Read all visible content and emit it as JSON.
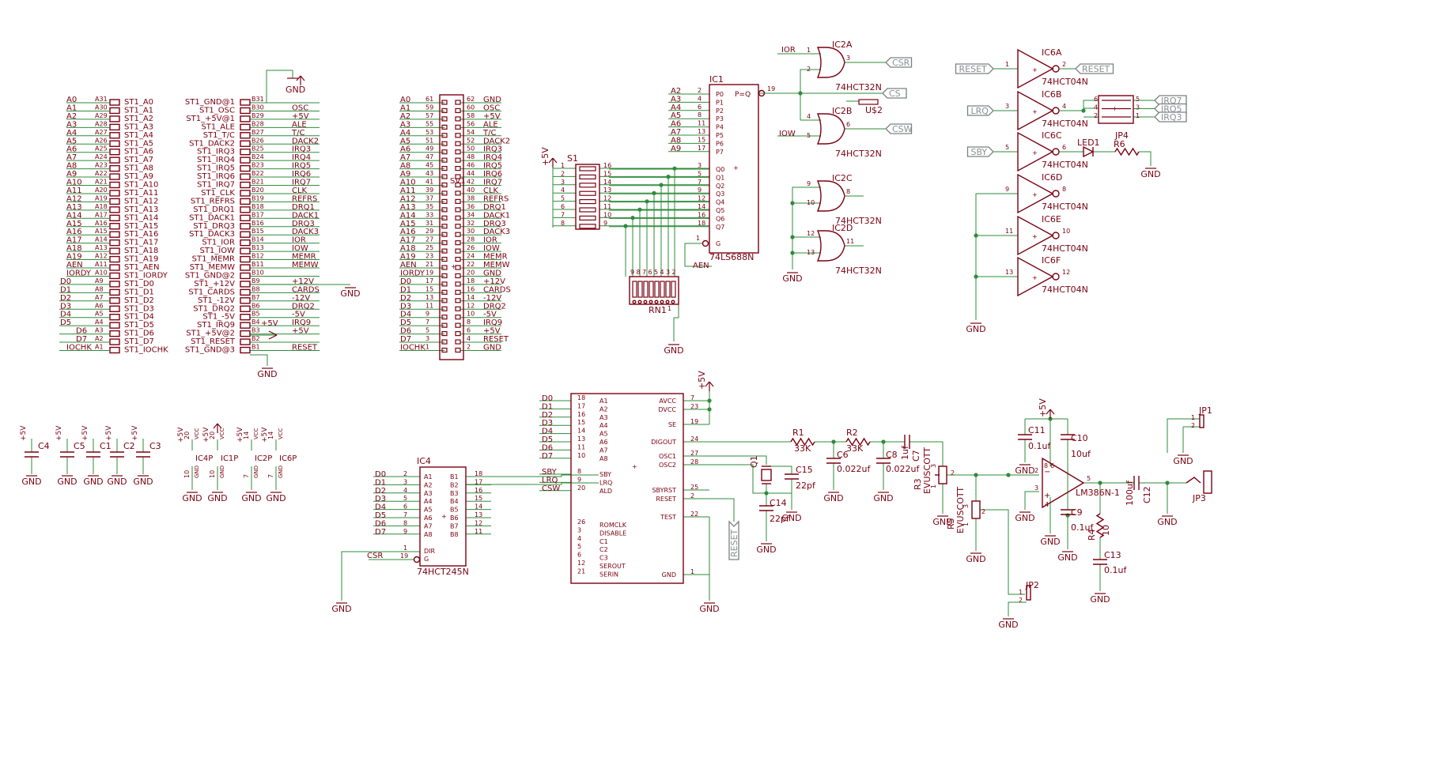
{
  "connector_left": {
    "a_labels": [
      "A0",
      "A1",
      "A2",
      "A3",
      "A4",
      "A5",
      "A6",
      "A7",
      "A8",
      "A9",
      "A10",
      "A11",
      "A12",
      "A13",
      "A14",
      "A15",
      "A16",
      "A17",
      "A18",
      "A19",
      "AEN",
      "IORDY",
      "D0",
      "D1",
      "D2",
      "D3",
      "D4",
      "D5",
      "D6",
      "D7",
      "IOCHK"
    ],
    "a_pins": [
      "A31",
      "A30",
      "A29",
      "A28",
      "A27",
      "A26",
      "A25",
      "A24",
      "A23",
      "A22",
      "A21",
      "A20",
      "A19",
      "A18",
      "A17",
      "A16",
      "A15",
      "A14",
      "A13",
      "A12",
      "A11",
      "A10",
      "A9",
      "A8",
      "A7",
      "A6",
      "A5",
      "A4",
      "A3",
      "A2",
      "A1"
    ],
    "a_sigs": [
      "ST1_A0",
      "ST1_A1",
      "ST1_A2",
      "ST1_A3",
      "ST1_A4",
      "ST1_A5",
      "ST1_A6",
      "ST1_A7",
      "ST1_A8",
      "ST1_A9",
      "ST1_A10",
      "ST1_A11",
      "ST1_A12",
      "ST1_A13",
      "ST1_A14",
      "ST1_A15",
      "ST1_A16",
      "ST1_A17",
      "ST1_A18",
      "ST1_A19",
      "ST1_AEN",
      "ST1_IORDY",
      "ST1_D0",
      "ST1_D1",
      "ST1_D2",
      "ST1_D3",
      "ST1_D4",
      "ST1_D5",
      "ST1_D6",
      "ST1_D7",
      "ST1_IOCHK"
    ],
    "b_sigs": [
      "ST1_GND@1",
      "ST1_OSC",
      "ST1_+5V@1",
      "ST1_ALE",
      "ST1_T/C",
      "ST1_DACK2",
      "ST1_IRQ3",
      "ST1_IRQ4",
      "ST1_IRQ5",
      "ST1_IRQ6",
      "ST1_IRQ7",
      "ST1_CLK",
      "ST1_REFRS",
      "ST1_DRQ1",
      "ST1_DACK1",
      "ST1_DRQ3",
      "ST1_DACK3",
      "ST1_IOR",
      "ST1_IOW",
      "ST1_MEMR",
      "ST1_MEMW",
      "ST1_GND@2",
      "ST1_+12V",
      "ST1_CARDS",
      "ST1_-12V",
      "ST1_DRQ2",
      "ST1_-5V",
      "ST1_IRQ9",
      "ST1_+5V@2",
      "ST1_RESET",
      "ST1_GND@3"
    ],
    "b_pins": [
      "B31",
      "B30",
      "B29",
      "B28",
      "B27",
      "B26",
      "B25",
      "B24",
      "B23",
      "B22",
      "B21",
      "B20",
      "B19",
      "B18",
      "B17",
      "B16",
      "B15",
      "B14",
      "B13",
      "B12",
      "B11",
      "B10",
      "B9",
      "B8",
      "B7",
      "B6",
      "B5",
      "B4",
      "B3",
      "B2",
      "B1"
    ],
    "b_nets": [
      "",
      "OSC",
      "+5V",
      "ALE",
      "T/C",
      "DACK2",
      "IRQ3",
      "IRQ4",
      "IRQ5",
      "IRQ6",
      "IRQ7",
      "CLK",
      "REFRS",
      "DRQ1",
      "DACK1",
      "DRQ3",
      "DACK3",
      "IOR",
      "IOW",
      "MEMR",
      "MEMW",
      "",
      "+12V",
      "CARDS",
      "-12V",
      "DRQ2",
      "-5V",
      "IRQ9",
      "+5V",
      "",
      "RESET"
    ]
  },
  "sv1": {
    "name": "SV1",
    "left_labels": [
      "A0",
      "A1",
      "A2",
      "A3",
      "A4",
      "A5",
      "A6",
      "A7",
      "A8",
      "A9",
      "A10",
      "A11",
      "A12",
      "A13",
      "A14",
      "A15",
      "A16",
      "A17",
      "A18",
      "A19",
      "AEN",
      "IORDY",
      "D0",
      "D1",
      "D2",
      "D3",
      "D4",
      "D5",
      "D6",
      "D7",
      "IOCHK"
    ],
    "left_pins": [
      "61",
      "59",
      "57",
      "55",
      "53",
      "51",
      "49",
      "47",
      "45",
      "43",
      "41",
      "39",
      "37",
      "35",
      "33",
      "31",
      "29",
      "27",
      "25",
      "23",
      "21",
      "19",
      "17",
      "15",
      "13",
      "11",
      "9",
      "7",
      "5",
      "3",
      "1"
    ],
    "right_pins": [
      "62",
      "60",
      "58",
      "56",
      "54",
      "52",
      "50",
      "48",
      "46",
      "44",
      "42",
      "40",
      "38",
      "36",
      "34",
      "32",
      "30",
      "28",
      "26",
      "24",
      "22",
      "20",
      "18",
      "16",
      "14",
      "12",
      "10",
      "8",
      "6",
      "4",
      "2"
    ],
    "right_labels": [
      "GND",
      "OSC",
      "+5V",
      "ALE",
      "T/C",
      "DACK2",
      "IRQ3",
      "IRQ4",
      "IRQ5",
      "IRQ6",
      "IRQ7",
      "CLK",
      "REFRS",
      "DRQ1",
      "DACK1",
      "DRQ3",
      "DACK3",
      "IOR",
      "IOW",
      "MEMR",
      "MEMW",
      "GND",
      "+12V",
      "CARDS",
      "-12V",
      "DRQ2",
      "-5V",
      "IRQ9",
      "+5V",
      "RESET",
      "GND"
    ]
  },
  "common": {
    "gnd": "GND",
    "vcc5": "+5V"
  },
  "ic1": {
    "name": "IC1",
    "part": "74LS688N",
    "peq": "P=Q",
    "g": "G",
    "out_pin": "19",
    "g_pin": "1",
    "aen": "AEN",
    "p_labels": [
      "P0",
      "P1",
      "P2",
      "P3",
      "P4",
      "P5",
      "P6",
      "P7"
    ],
    "q_labels": [
      "Q0",
      "Q1",
      "Q2",
      "Q3",
      "Q4",
      "Q5",
      "Q6",
      "Q7"
    ],
    "p_pins": [
      "2",
      "4",
      "6",
      "8",
      "11",
      "13",
      "15",
      "17"
    ],
    "q_pins": [
      "3",
      "5",
      "7",
      "9",
      "12",
      "14",
      "16",
      "18"
    ],
    "addr": [
      "A2",
      "A3",
      "A4",
      "A5",
      "A6",
      "A7",
      "A8",
      "A9"
    ]
  },
  "s1": {
    "name": "S1",
    "left_pins": [
      "1",
      "2",
      "3",
      "4",
      "5",
      "6",
      "7",
      "8"
    ],
    "right_pins": [
      "16",
      "15",
      "14",
      "13",
      "12",
      "11",
      "10",
      "9"
    ]
  },
  "rn1": {
    "name": "RN1",
    "pins": [
      "9",
      "8",
      "7",
      "6",
      "5",
      "4",
      "3",
      "2"
    ],
    "pin1": "1"
  },
  "ic2": {
    "part": "74HCT32N",
    "gates": [
      {
        "name": "IC2A",
        "in1_pin": "1",
        "in2_pin": "2",
        "out_pin": "3",
        "in1": "IOR",
        "out": "CSR"
      },
      {
        "name": "IC2B",
        "in1_pin": "4",
        "in2_pin": "5",
        "out_pin": "6",
        "in2": "IOW",
        "out": "CSW"
      },
      {
        "name": "IC2C",
        "in1_pin": "9",
        "in2_pin": "10",
        "out_pin": "8"
      },
      {
        "name": "IC2D",
        "in1_pin": "12",
        "in2_pin": "13",
        "out_pin": "11"
      }
    ],
    "cs": "CS",
    "u2": "U$2"
  },
  "ic6": {
    "part": "74HCT04N",
    "gates": [
      {
        "name": "IC6A",
        "in_pin": "1",
        "out_pin": "2",
        "in": "RESET",
        "out": "RESET"
      },
      {
        "name": "IC6B",
        "in_pin": "3",
        "out_pin": "4",
        "in": "LRQ"
      },
      {
        "name": "IC6C",
        "in_pin": "5",
        "out_pin": "6",
        "in": "SBY"
      },
      {
        "name": "IC6D",
        "in_pin": "9",
        "out_pin": "8"
      },
      {
        "name": "IC6E",
        "in_pin": "11",
        "out_pin": "10"
      },
      {
        "name": "IC6F",
        "in_pin": "13",
        "out_pin": "12"
      }
    ]
  },
  "jp4": {
    "name": "JP4",
    "left_pins": [
      "6",
      "4",
      "2"
    ],
    "right_pins": [
      "5",
      "3",
      "1"
    ],
    "irqs": [
      "IRQ7",
      "IRQ5",
      "IRQ3"
    ]
  },
  "led": {
    "name": "LED1",
    "r": "R6"
  },
  "caps_left": [
    {
      "name": "C4"
    },
    {
      "name": "C5"
    },
    {
      "name": "C1"
    },
    {
      "name": "C2"
    },
    {
      "name": "C3"
    }
  ],
  "power_pins": [
    {
      "name": "IC4P",
      "vcc": "20",
      "gnd": "10"
    },
    {
      "name": "IC1P",
      "vcc": "20",
      "gnd": "10"
    },
    {
      "name": "IC2P",
      "vcc": "14",
      "gnd": "7"
    },
    {
      "name": "IC6P",
      "vcc": "14",
      "gnd": "7"
    }
  ],
  "vcc_gnd": {
    "vcc": "VCC",
    "gnd": "GND"
  },
  "ic4": {
    "name": "IC4",
    "part": "74HCT245N",
    "dir": "DIR",
    "g": "G",
    "dir_pin": "1",
    "g_pin": "19",
    "csr": "CSR",
    "a_labels": [
      "A1",
      "A2",
      "A3",
      "A4",
      "A5",
      "A6",
      "A7",
      "A8"
    ],
    "b_labels": [
      "B1",
      "B2",
      "B3",
      "B4",
      "B5",
      "B6",
      "B7",
      "B8"
    ],
    "a_pins": [
      "2",
      "3",
      "4",
      "5",
      "6",
      "7",
      "8",
      "9"
    ],
    "b_pins": [
      "18",
      "17",
      "16",
      "15",
      "14",
      "13",
      "12",
      "11"
    ],
    "data": [
      "D0",
      "D1",
      "D2",
      "D3",
      "D4",
      "D5",
      "D6",
      "D7"
    ]
  },
  "u_speech": {
    "data": [
      "D0",
      "D1",
      "D2",
      "D3",
      "D4",
      "D5",
      "D6",
      "D7"
    ],
    "a_pins": [
      "18",
      "17",
      "16",
      "15",
      "14",
      "13",
      "11",
      "10"
    ],
    "a_labels": [
      "A1",
      "A2",
      "A3",
      "A4",
      "A5",
      "A6",
      "A7",
      "A8"
    ],
    "ctl_nets": [
      "SBY",
      "LRQ",
      "CSW"
    ],
    "ctl_labels": [
      "SBY",
      "LRQ",
      "ALD"
    ],
    "ctl_pins": [
      "8",
      "9",
      "20"
    ],
    "bl_labels": [
      "ROMCLK",
      "DISABLE",
      "C1",
      "C2",
      "C3",
      "SEROUT",
      "SERIN"
    ],
    "bl_pins": [
      "26",
      "3",
      "4",
      "5",
      "6",
      "12",
      "21"
    ],
    "r_labels": [
      "AVCC",
      "DVCC",
      "SE",
      "DIGOUT",
      "OSC1",
      "OSC2",
      "SBYRST",
      "RESET",
      "TEST",
      "GND"
    ],
    "r_pins": [
      "7",
      "23",
      "19",
      "24",
      "27",
      "28",
      "25",
      "2",
      "22",
      "1"
    ],
    "reset": "RESET"
  },
  "audio": {
    "q1": "Q1",
    "c15": "C15",
    "c15v": "22pf",
    "c14": "C14",
    "c14v": "22pf",
    "r1": "R1",
    "r1v": "33K",
    "r2": "R2",
    "r2v": "33K",
    "c6": "C6",
    "c6v": "0.022uf",
    "c8": "C8",
    "c8v": "0.022uf",
    "c7": "C7",
    "c7v": "1uf",
    "r3": "R3",
    "r3v": "EVUSCOTT",
    "r5": "R5",
    "r5v": "EVUSCOTT",
    "pot_pins": [
      "1",
      "2",
      "3"
    ],
    "c11": "C11",
    "c11v": "0.1uf",
    "c10": "C10",
    "c10v": "10uf",
    "c9": "C9",
    "c9v": "0.1uf",
    "r4": "R4",
    "r4v": "10",
    "c13": "C13",
    "c13v": "0.1uf",
    "c12": "C12",
    "c12v": "100uf",
    "amp": "LM386N-1",
    "amp_pins": [
      "2",
      "3",
      "4",
      "5",
      "6",
      "8"
    ],
    "jp1": "JP1",
    "jp2": "JP2",
    "jp3": "JP3",
    "jp_pins": [
      "1",
      "2"
    ]
  }
}
